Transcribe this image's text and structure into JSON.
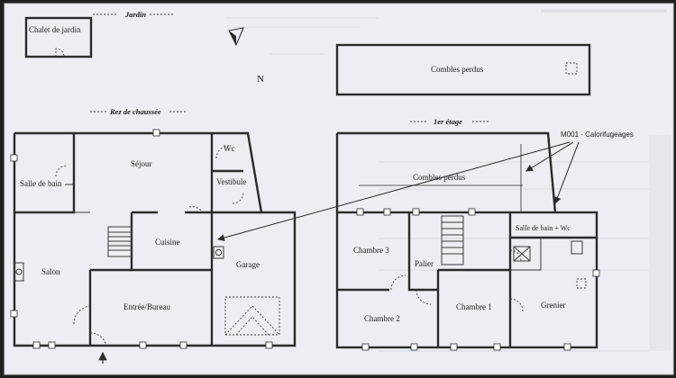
{
  "sections": {
    "jardin": "Jardin",
    "rdc": "Rez de chaussée",
    "etage": "1er étage"
  },
  "compass": "N",
  "rooms": {
    "chalet": "Chalet de jardin",
    "combles_top": "Combles perdus",
    "sejour": "Séjour",
    "sdb": "Salle de bain",
    "wc": "Wc",
    "vestibule": "Vestibule",
    "cuisine": "Cuisine",
    "salon": "Salon",
    "garage": "Garage",
    "entree": "Entrée/Bureau",
    "combles_etage": "Combles perdus",
    "chambre3": "Chambre 3",
    "palier": "Palier",
    "sdb_wc": "Salle de bain + Wc",
    "chambre2": "Chambre 2",
    "chambre1": "Chambre 1",
    "grenier": "Grenier"
  },
  "annotation": "M001 - Calorifugeages",
  "colors": {
    "paper": "#eceef3",
    "wall": "#2b2b2b",
    "arrow": "#2b2b2b",
    "frame": "#1f1f1f"
  }
}
